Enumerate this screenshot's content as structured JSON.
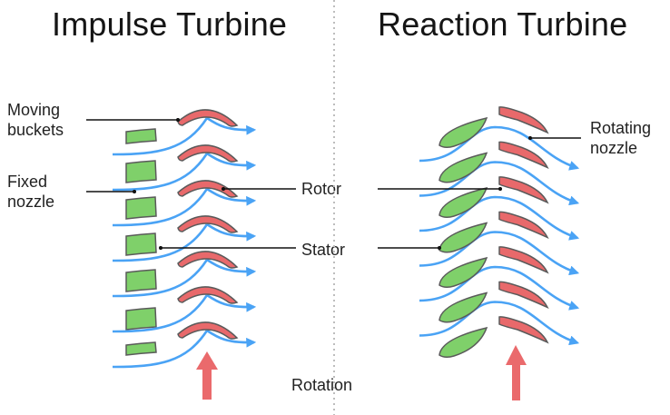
{
  "titles": {
    "impulse": "Impulse Turbine",
    "reaction": "Reaction Turbine"
  },
  "labels": {
    "moving_buckets": [
      "Moving",
      "buckets"
    ],
    "fixed_nozzle": [
      "Fixed",
      "nozzle"
    ],
    "rotor": "Rotor",
    "stator": "Stator",
    "rotating_nozzle": [
      "Rotating",
      "nozzle"
    ],
    "rotation": "Rotation"
  },
  "colors": {
    "stator_fill": "#7fd06a",
    "rotor_fill": "#e8696b",
    "blade_stroke": "#5a5a5a",
    "flow": "#4aa3f5",
    "rotation_arrow": "#ea6a6c",
    "leader_line": "#111111",
    "divider": "#bdbdbd"
  },
  "impulse": {
    "stator_count": 7,
    "rotor_count": 7,
    "flow_count": 7
  },
  "reaction": {
    "stator_count": 7,
    "rotor_count": 7,
    "flow_count": 6
  }
}
